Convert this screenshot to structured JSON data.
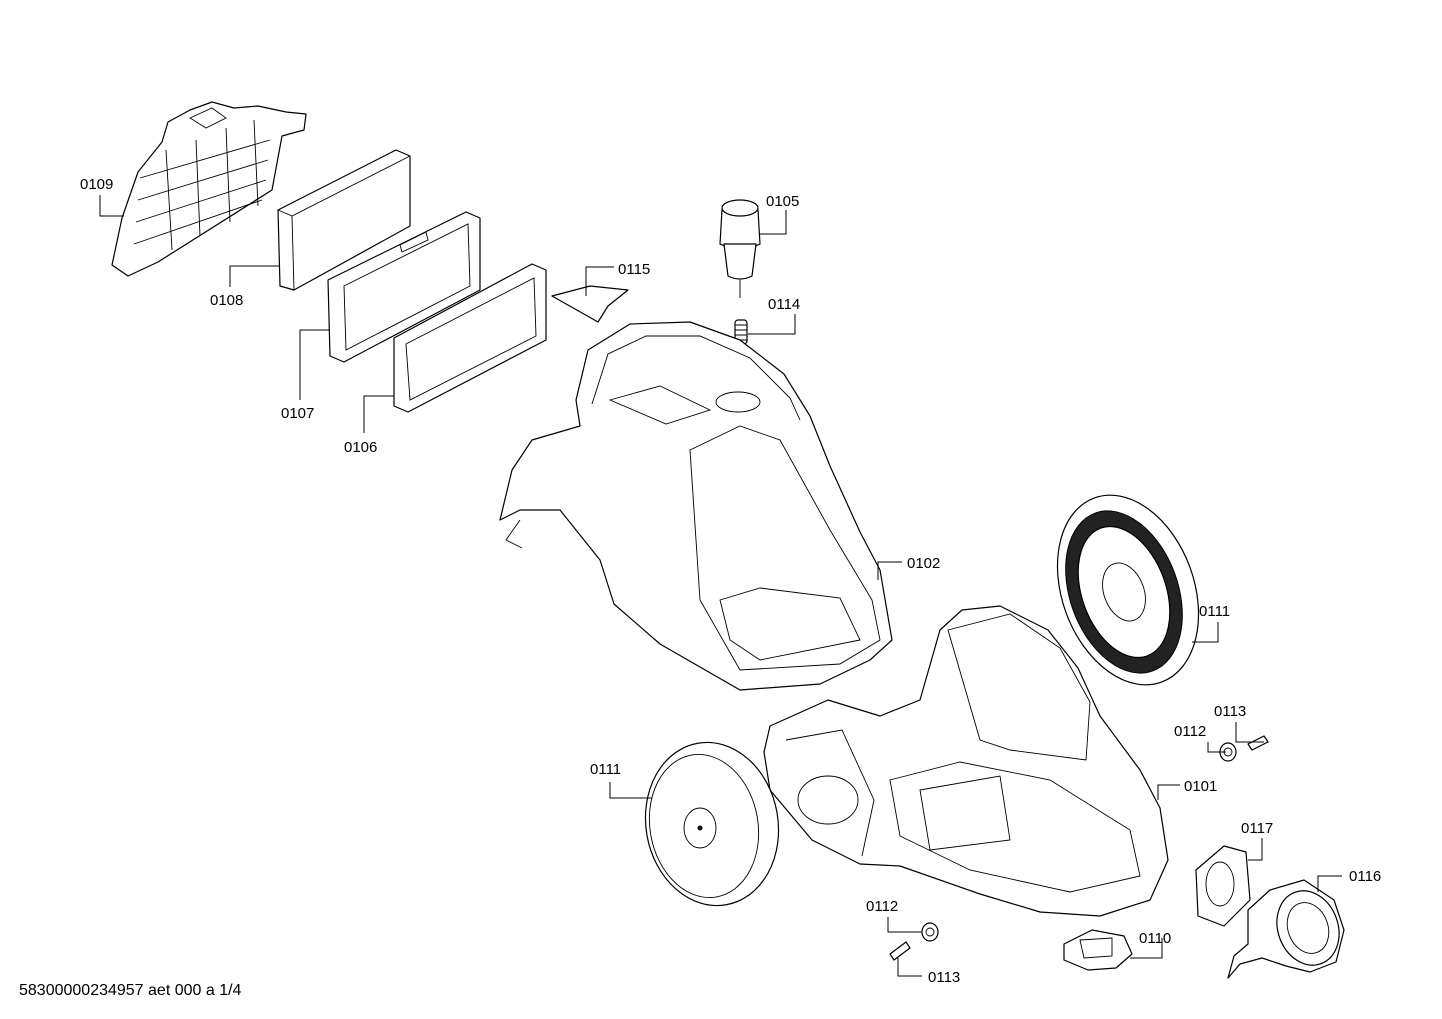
{
  "labels": {
    "p0109": "0109",
    "p0108": "0108",
    "p0107": "0107",
    "p0106": "0106",
    "p0105": "0105",
    "p0115": "0115",
    "p0114": "0114",
    "p0102": "0102",
    "p0111_right": "0111",
    "p0113_upper": "0113",
    "p0112_upper": "0112",
    "p0101": "0101",
    "p0111_left": "0111",
    "p0117": "0117",
    "p0116": "0116",
    "p0112_lower": "0112",
    "p0110": "0110",
    "p0113_lower": "0113"
  },
  "footer": {
    "document_code": "58300000234957 aet 000 a 1/4"
  }
}
